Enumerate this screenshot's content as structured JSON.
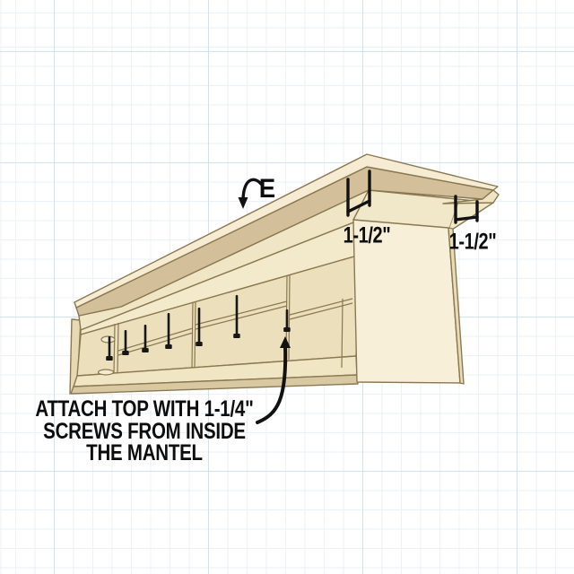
{
  "diagram": {
    "title_context": "mantel top attachment illustration",
    "part_label": "E",
    "dimension_left": "1-1/2\"",
    "dimension_right": "1-1/2\"",
    "caption": {
      "line1": "ATTACH TOP WITH 1-1/4\"",
      "line2": "SCREWS FROM INSIDE",
      "line3": "THE MANTEL"
    },
    "screw_count": 7,
    "keyhole_slot_count": 2,
    "colors": {
      "background": "#ffffff",
      "grid_minor": "#eaf1f7",
      "grid_major": "#cfe2ef",
      "wood_top_surface": "#f5ecd3",
      "wood_underside_shadow": "#d3c09a",
      "wood_rail_light": "#f0e6c6",
      "wood_rail_lighter": "#f3eacc",
      "wood_interior": "#ebe0bb",
      "wood_end_panel": "#f7efd8",
      "wood_panel_edge": "#e9ddb8",
      "wood_bottom_lip": "#d9c9a2",
      "wood_left_end": "#e6d9b3",
      "outline": "#8a7850",
      "annotation": "#111111",
      "screw": "#161616"
    }
  }
}
